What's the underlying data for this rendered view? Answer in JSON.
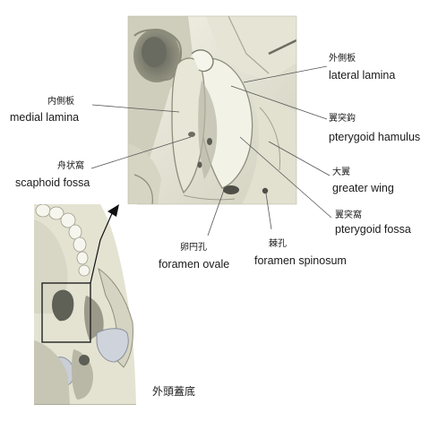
{
  "labels": {
    "lateral_lamina": {
      "jp": "外側板",
      "en": "lateral lamina"
    },
    "medial_lamina": {
      "jp": "内側板",
      "en": "medial lamina"
    },
    "pterygoid_hamulus": {
      "jp": "翼突鈎",
      "en": "pterygoid hamulus"
    },
    "scaphoid_fossa": {
      "jp": "舟状窩",
      "en": "scaphoid fossa"
    },
    "greater_wing": {
      "jp": "大翼",
      "en": "greater wing"
    },
    "pterygoid_fossa": {
      "jp": "翼突窩",
      "en": "pterygoid fossa"
    },
    "foramen_ovale": {
      "jp": "卵円孔",
      "en": "foramen ovale"
    },
    "foramen_spinosum": {
      "jp": "棘孔",
      "en": "foramen spinosum"
    }
  },
  "skull_caption": "外頭蓋底",
  "colors": {
    "bone": "#e9e7d8",
    "bone_shadow": "#b9b8a6",
    "bone_dark": "#6d6d62",
    "background": "#ffffff",
    "line": "#555555"
  }
}
